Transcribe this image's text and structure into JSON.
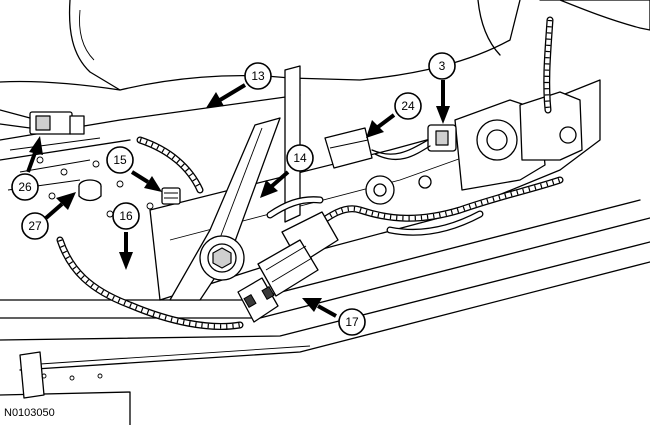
{
  "callouts": [
    {
      "id": "c3",
      "label": "3"
    },
    {
      "id": "c13",
      "label": "13"
    },
    {
      "id": "c14",
      "label": "14"
    },
    {
      "id": "c15",
      "label": "15"
    },
    {
      "id": "c16",
      "label": "16"
    },
    {
      "id": "c17",
      "label": "17"
    },
    {
      "id": "c24",
      "label": "24"
    },
    {
      "id": "c26",
      "label": "26"
    },
    {
      "id": "c27",
      "label": "27"
    }
  ],
  "figure_id": "N0103050"
}
